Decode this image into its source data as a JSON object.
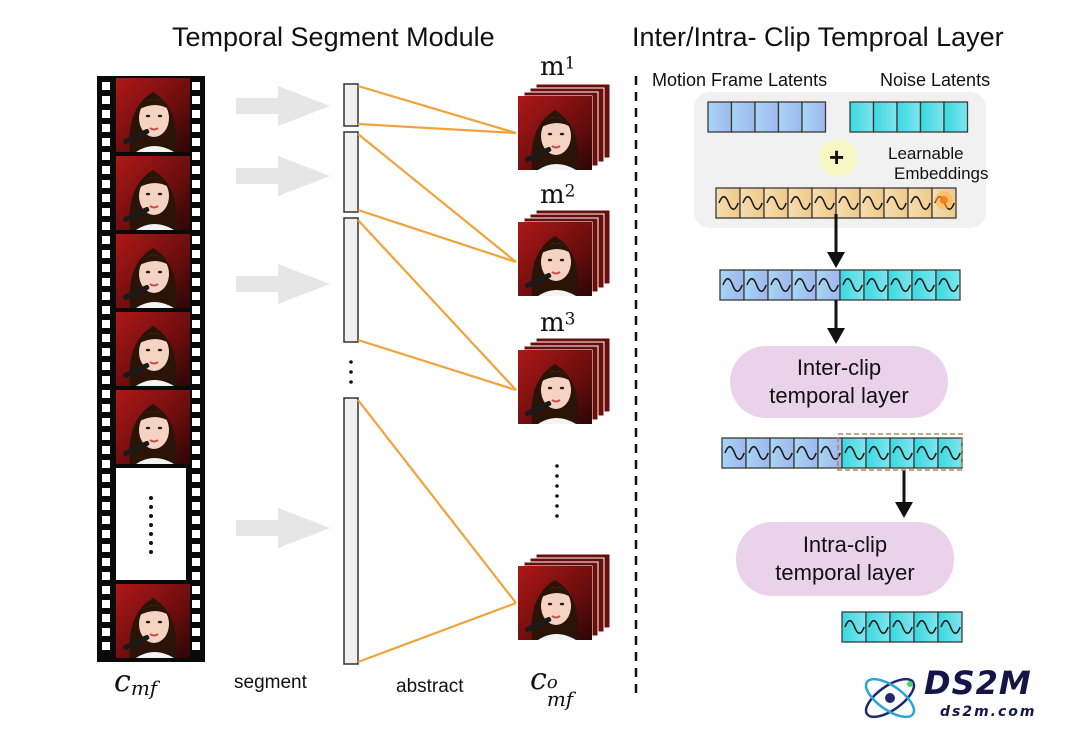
{
  "left": {
    "title": "Temporal Segment Module",
    "cmf_base": "c",
    "cmf_sub": "mf",
    "segment_label": "segment",
    "abstract_label": "abstract",
    "cout_base": "c",
    "cout_sub": "mf",
    "cout_sup": "o",
    "groups": [
      {
        "label_base": "m",
        "label_sup": "1"
      },
      {
        "label_base": "m",
        "label_sup": "2"
      },
      {
        "label_base": "m",
        "label_sup": "3"
      }
    ]
  },
  "right": {
    "title": "Inter/Intra- Clip Temproal Layer",
    "motion_label": "Motion Frame Latents",
    "noise_label": "Noise Latents",
    "plus": "+",
    "embed_label_1": "Learnable",
    "embed_label_2": "Embeddings",
    "inter_1": "Inter-clip",
    "inter_2": "temporal layer",
    "intra_1": "Intra-clip",
    "intra_2": "temporal layer"
  },
  "colors": {
    "orange_line": "#f2a23a",
    "motion_latent": "#9fc9e6",
    "noise_latent": "#3fd8e0",
    "embedding": "#f4d49a",
    "pill": "#ead3ea",
    "arrow_gray": "#e6e6e6"
  },
  "logo": {
    "name": "DS2M",
    "url": "ds2m.com"
  }
}
